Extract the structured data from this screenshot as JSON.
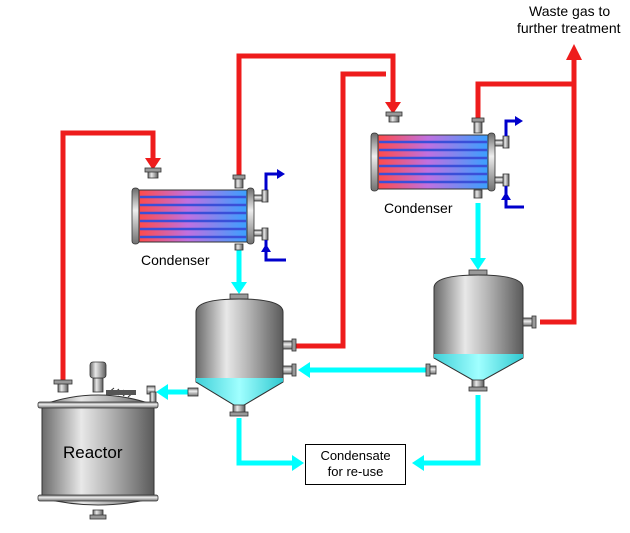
{
  "labels": {
    "waste_gas_line1": "Waste gas to",
    "waste_gas_line2": "further treatment",
    "condenser_1": "Condenser",
    "condenser_2": "Condenser",
    "reactor": "Reactor",
    "condensate_line1": "Condensate",
    "condensate_line2": "for re-use"
  },
  "colors": {
    "vapor_line": "#ee1c1c",
    "condensate_line": "#00ffff",
    "coolant_line": "#0000cc",
    "vessel_body": "#9a9a9a",
    "vessel_liquid": "#00ffff"
  }
}
